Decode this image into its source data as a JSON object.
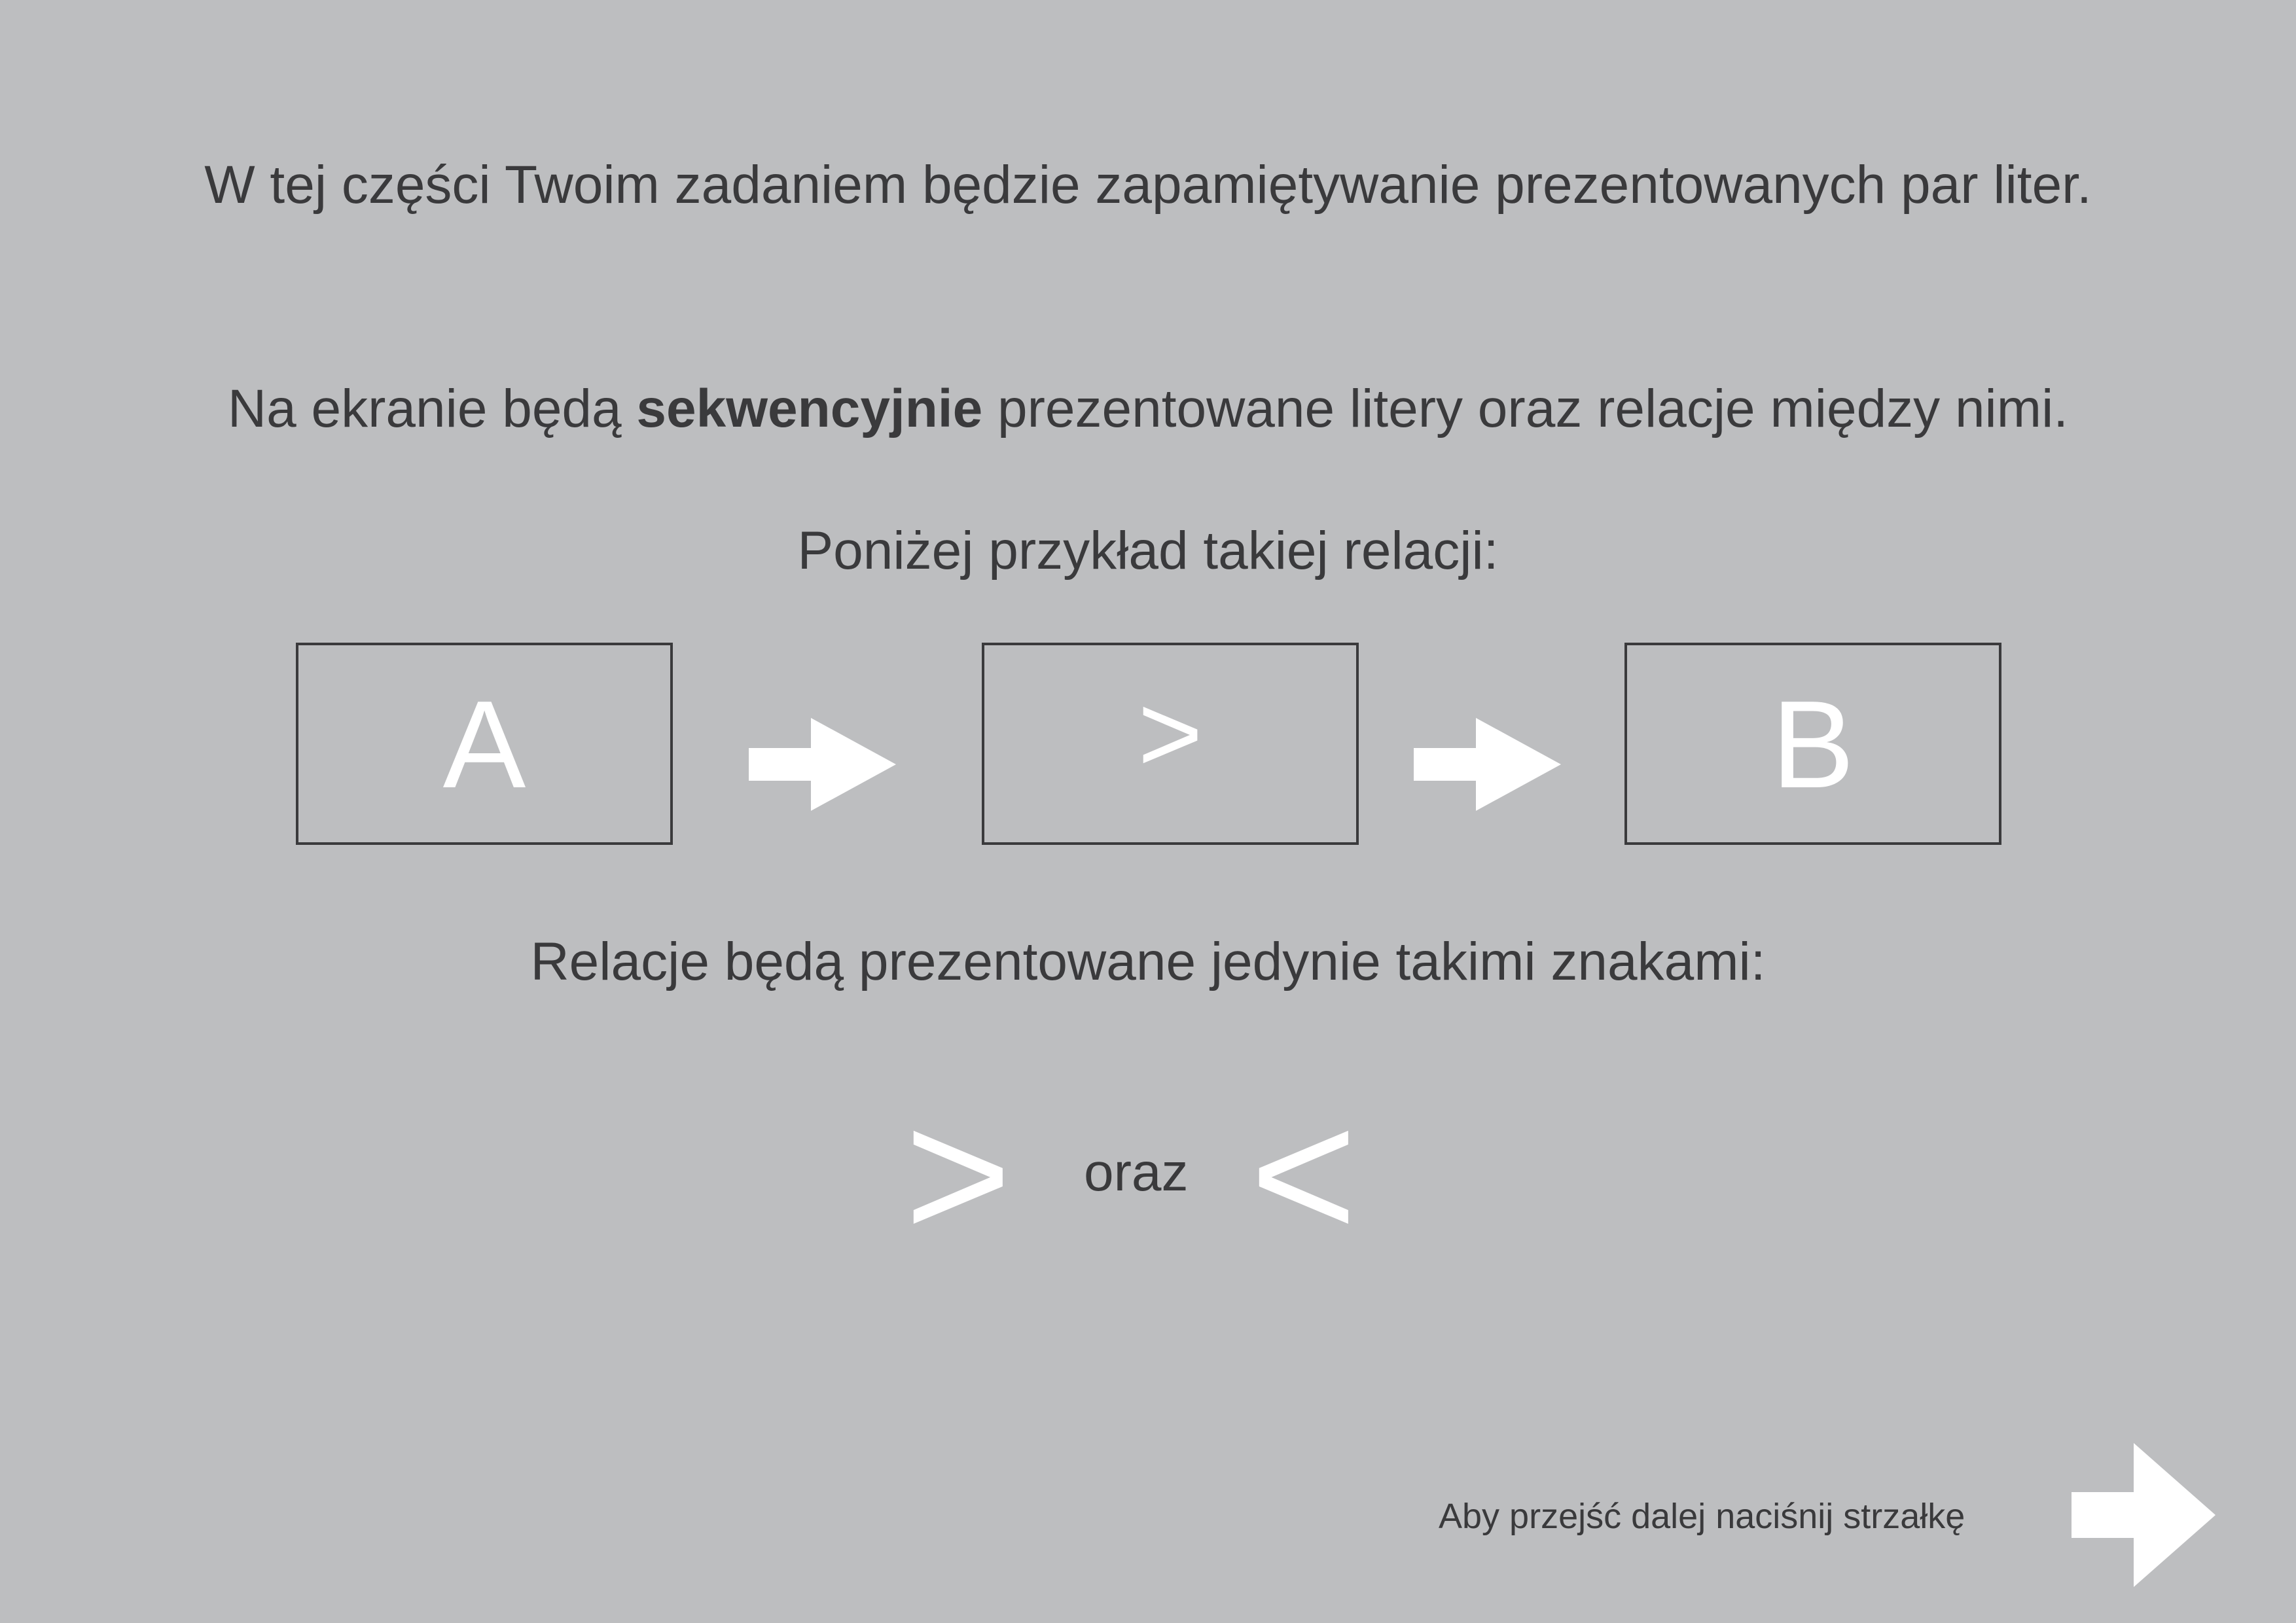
{
  "intro": "W tej części Twoim zadaniem będzie zapamiętywanie prezentowanych par liter.",
  "sequence": {
    "before": "Na ekranie będą ",
    "bold": "sekwencyjnie",
    "after": " prezentowane  litery oraz relacje między nimi."
  },
  "example_label": "Poniżej przykład takiej relacji:",
  "example": {
    "left": "A",
    "relation": ">",
    "right": "B"
  },
  "relations_label": "Relacje będą prezentowane jedynie takimi znakami:",
  "symbols": {
    "first": ">",
    "joiner": "oraz",
    "second": "<"
  },
  "footer_hint": "Aby przejść dalej naciśnij strzałkę",
  "colors": {
    "background": "#bdbec0",
    "text": "#3a3a3c",
    "highlight": "#ffffff"
  }
}
